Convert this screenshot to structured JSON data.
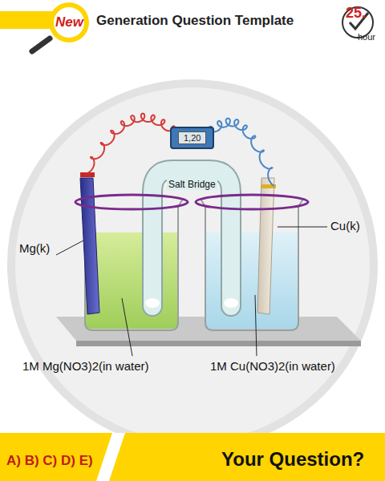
{
  "diagram": {
    "title": "Generation Question Template",
    "nodes": [
      {
        "text": [
          "New"
        ]
      },
      {
        "text": [
          "1,20"
        ]
      },
      {
        "text": [
          "Salt Bridge"
        ]
      },
      {
        "text": [
          "A) B) C) D) E)"
        ]
      },
      {
        "text": [
          "Your Question?"
        ]
      }
    ],
    "labels": [
      "25.",
      "hour",
      "Mg(k)",
      "Cu(k)",
      "1M Mg(NO3)2(in water)",
      "1M Cu(NO3)2(in water)"
    ]
  }
}
